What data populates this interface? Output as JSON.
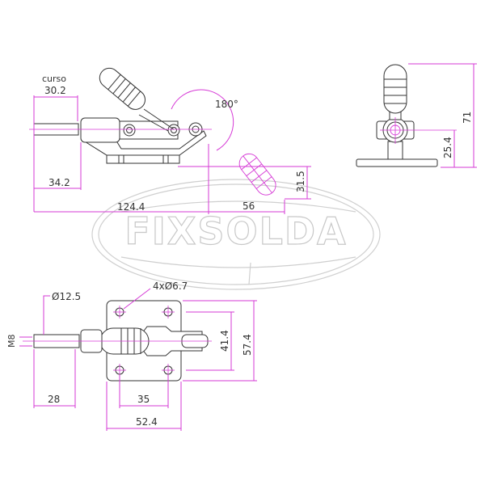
{
  "watermark": {
    "brand": "FIXSOLDA"
  },
  "colors": {
    "dimension": "#d63ad6",
    "outline": "#333333",
    "watermark": "#cfcfcf",
    "background": "#ffffff"
  },
  "side_view": {
    "stroke_label": "curso",
    "stroke_value": "30.2",
    "rotation_angle": "180°",
    "dim_plunger_to_base": "34.2",
    "dim_total_length": "124.4",
    "dim_handle_reach": "56",
    "dim_handle_drop": "31.5"
  },
  "end_view": {
    "dim_total_height": "71",
    "dim_axis_height": "25.4"
  },
  "top_view": {
    "dim_thread": "M8",
    "dim_plunger_diameter": "Ø12.5",
    "dim_holes": "4xØ6.7",
    "dim_plunger_length": "28",
    "dim_hole_spacing_x": "35",
    "dim_base_width": "52.4",
    "dim_hole_spacing_y": "41.4",
    "dim_base_height": "57.4"
  }
}
